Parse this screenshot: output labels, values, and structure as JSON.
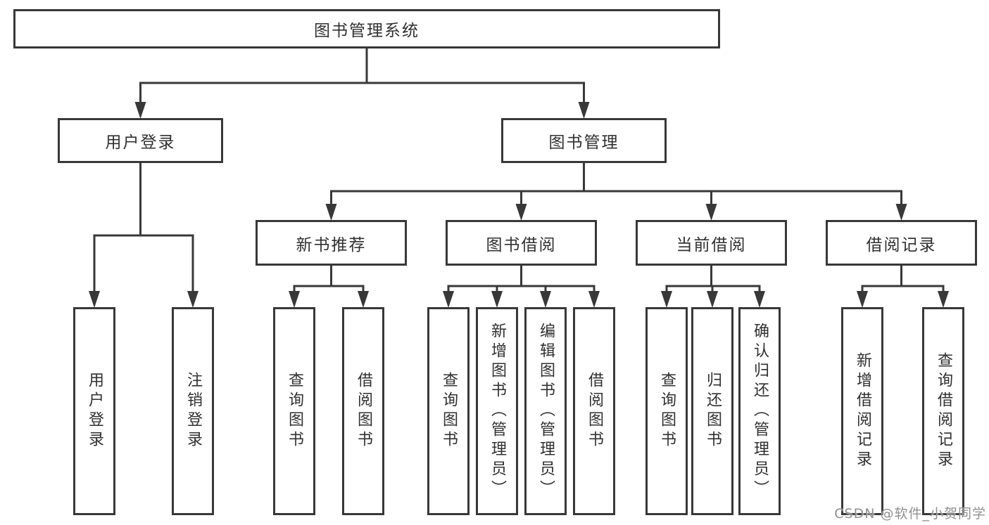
{
  "diagram": {
    "root": {
      "label": "图书管理系统",
      "children": [
        {
          "label": "用户登录",
          "children": [
            {
              "label": "用户登录"
            },
            {
              "label": "注销登录"
            }
          ]
        },
        {
          "label": "图书管理",
          "children": [
            {
              "label": "新书推荐",
              "children": [
                {
                  "label": "查询图书"
                },
                {
                  "label": "借阅图书"
                }
              ]
            },
            {
              "label": "图书借阅",
              "children": [
                {
                  "label": "查询图书"
                },
                {
                  "label": "新增图书（管理员）"
                },
                {
                  "label": "编辑图书（管理员）"
                },
                {
                  "label": "借阅图书"
                }
              ]
            },
            {
              "label": "当前借阅",
              "children": [
                {
                  "label": "查询图书"
                },
                {
                  "label": "归还图书"
                },
                {
                  "label": "确认归还（管理员）"
                }
              ]
            },
            {
              "label": "借阅记录",
              "children": [
                {
                  "label": "新增借阅记录"
                },
                {
                  "label": "查询借阅记录"
                }
              ]
            }
          ]
        }
      ]
    }
  },
  "watermark": {
    "text": "CSDN @软件_小贺同学"
  },
  "colors": {
    "line": "#383838",
    "box_border": "#383838",
    "box_fill": "#ffffff",
    "text": "#303030",
    "watermark": "#909090",
    "background": "#ffffff"
  }
}
